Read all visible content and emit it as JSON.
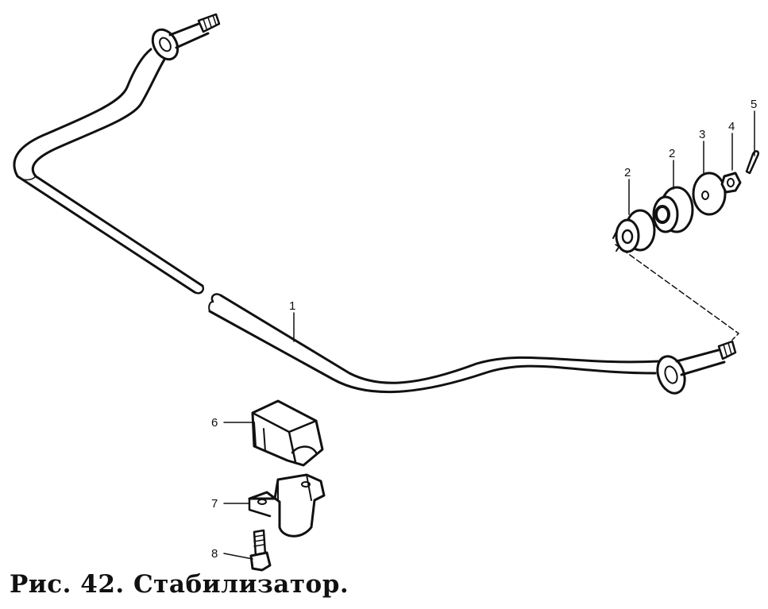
{
  "caption": "Рис. 42. Стабилизатор.",
  "callouts": {
    "bar": "1",
    "bushing_left": "2",
    "bushing_right": "2",
    "washer": "3",
    "nut": "4",
    "cotter_pin": "5",
    "clamp_cushion": "6",
    "bracket": "7",
    "bolt": "8"
  }
}
